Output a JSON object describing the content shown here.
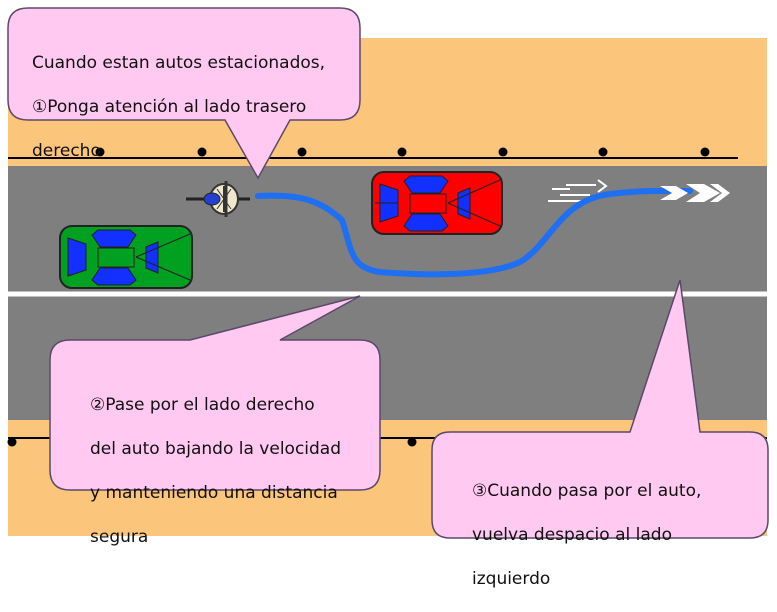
{
  "colors": {
    "sidewalk": "#fcc57c",
    "road": "#7f7f7f",
    "lane_line": "#ffffff",
    "curb_line": "#000000",
    "callout_fill": "#ffc9f2",
    "callout_stroke": "#5a4a6a",
    "path_arrow": "#1f6ff2",
    "green_car": "#00a020",
    "red_car": "#ff0000",
    "car_window": "#1230ff",
    "motorcycle_body": "#2440d0"
  },
  "callouts": {
    "top": {
      "line1": "Cuando estan autos estacionados,",
      "line2": "①Ponga atención al lado trasero",
      "line3": "derecho"
    },
    "middle": {
      "line1": "②Pase por el lado derecho",
      "line2": "del auto bajando la velocidad",
      "line3": "y manteniendo una distancia",
      "line4": "segura"
    },
    "bottom": {
      "line1": "③Cuando pasa por el auto,",
      "line2": "vuelva despacio al lado",
      "line3": "izquierdo"
    }
  },
  "icons": {
    "motorcycle": "motorcycle-icon",
    "parked_car_red": "red-car-icon",
    "parked_car_green": "green-car-icon",
    "arrow_heads": "double-chevron-right-icon",
    "speed_lines": "speed-lines-icon"
  }
}
